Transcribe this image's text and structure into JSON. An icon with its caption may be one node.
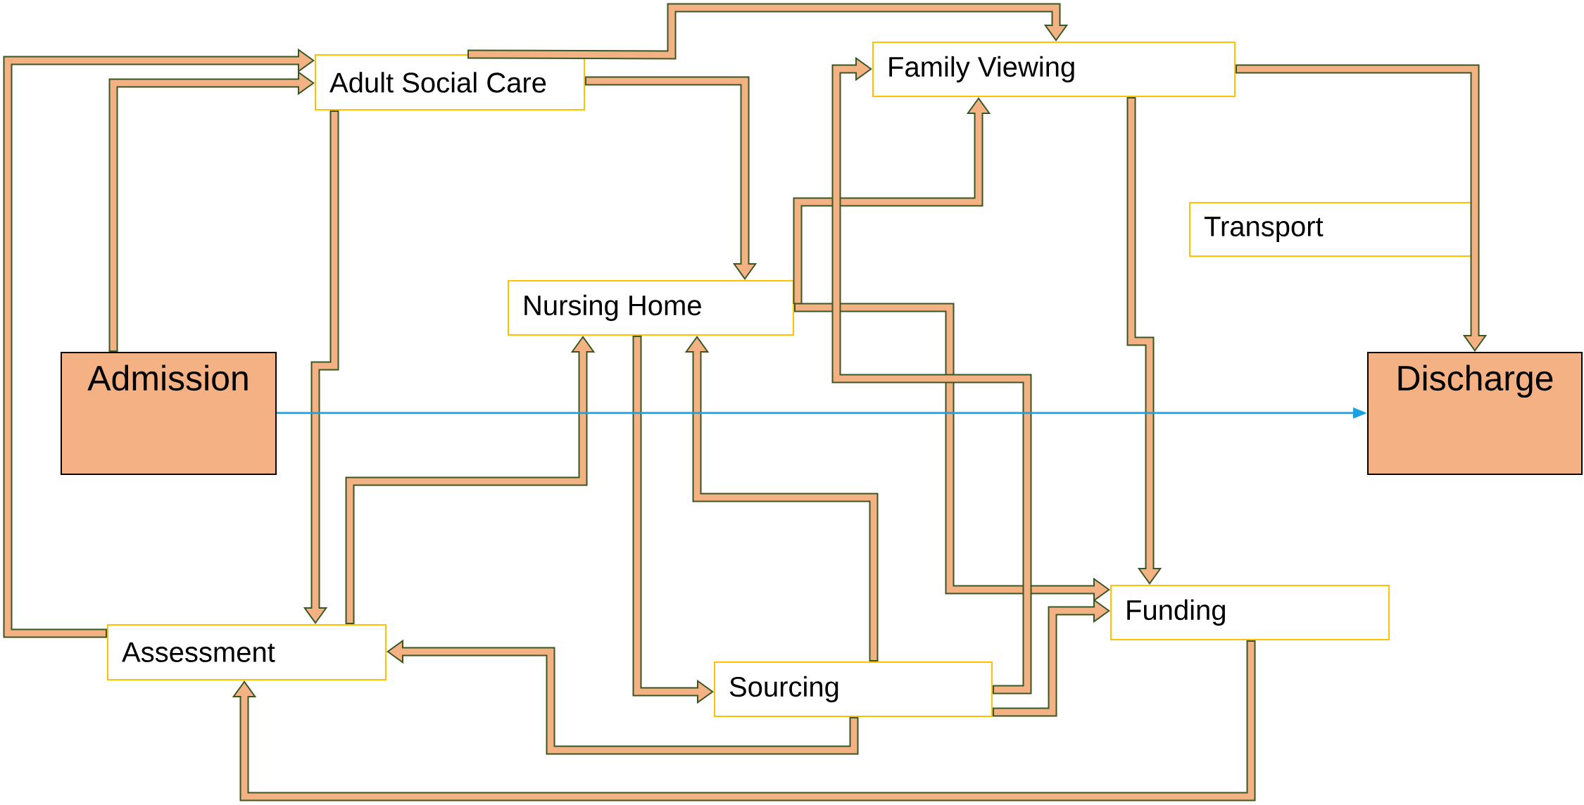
{
  "diagram": {
    "nodes": [
      {
        "text": [
          "Adult Social Care"
        ]
      },
      {
        "text": [
          "Family Viewing"
        ]
      },
      {
        "text": [
          "Transport"
        ]
      },
      {
        "text": [
          "Nursing Home"
        ]
      },
      {
        "text": [
          "Admission"
        ]
      },
      {
        "text": [
          "Discharge"
        ]
      },
      {
        "text": [
          "Assessment"
        ]
      },
      {
        "text": [
          "Sourcing"
        ]
      },
      {
        "text": [
          "Funding"
        ]
      }
    ],
    "edges": [
      {
        "from": 4,
        "to": 0,
        "arrow": "to"
      },
      {
        "from": 6,
        "to": 0,
        "arrow": "to"
      },
      {
        "from": 0,
        "to": 1,
        "arrow": "to"
      },
      {
        "from": 0,
        "to": 3,
        "arrow": "to"
      },
      {
        "from": 0,
        "to": 6,
        "arrow": "to"
      },
      {
        "from": 6,
        "to": 3,
        "arrow": "to"
      },
      {
        "from": 3,
        "to": 7,
        "arrow": "to"
      },
      {
        "from": 7,
        "to": 3,
        "arrow": "to"
      },
      {
        "from": 3,
        "to": 1,
        "arrow": "to"
      },
      {
        "from": 3,
        "to": 8,
        "arrow": "to"
      },
      {
        "from": 7,
        "to": 1,
        "arrow": "to"
      },
      {
        "from": 7,
        "to": 8,
        "arrow": "to"
      },
      {
        "from": 7,
        "to": 6,
        "arrow": "to"
      },
      {
        "from": 1,
        "to": 8,
        "arrow": "to"
      },
      {
        "from": 1,
        "to": 5,
        "arrow": "to"
      },
      {
        "from": 8,
        "to": 6,
        "arrow": "to"
      },
      {
        "from": 4,
        "to": 5,
        "arrow": "to",
        "color": "#1ba1e2"
      }
    ]
  }
}
